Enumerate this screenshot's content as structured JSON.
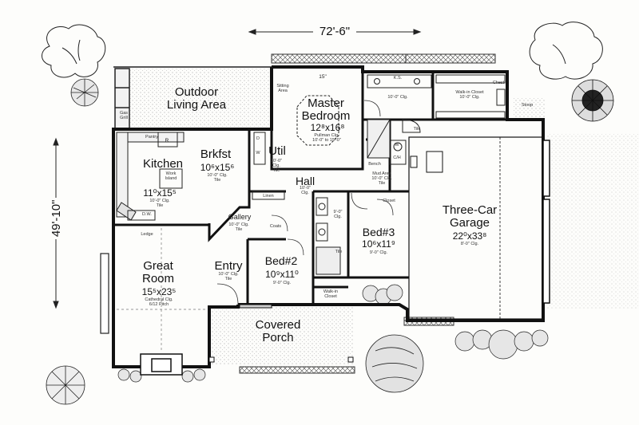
{
  "overall": {
    "width": "72'-6\"",
    "depth": "49'-10\""
  },
  "rooms": {
    "outdoor_living": {
      "name_line1": "Outdoor",
      "name_line2": "Living Area"
    },
    "master": {
      "name_line1": "Master",
      "name_line2": "Bedroom",
      "size": "12⁸x16⁸",
      "notes_line1": "Pullman Clg.",
      "notes_line2": "10'-0\" to 15'-0\""
    },
    "kitchen": {
      "name": "Kitchen",
      "size": "11⁰x15⁵",
      "note_line1": "10'-0\" Clg.",
      "note_line2": "Tile"
    },
    "brkfst": {
      "name": "Brkfst",
      "size": "10⁶x15⁶",
      "note_line1": "10'-0\" Clg.",
      "note_line2": "Tile"
    },
    "util": {
      "name": "Util",
      "note_line1": "10'-0\"",
      "note_line2": "Clg.",
      "note_line3": "Tile"
    },
    "hall": {
      "name": "Hall",
      "note_line1": "10'-0\"",
      "note_line2": "Clg."
    },
    "gallery": {
      "name": "Gallery",
      "note_line1": "10'-0\" Clg.",
      "note_line2": "Tile"
    },
    "garage": {
      "name_line1": "Three-Car",
      "name_line2": "Garage",
      "size": "22⁰x33⁸",
      "note": "8'-0\" Clg."
    },
    "bed3": {
      "name": "Bed#3",
      "size": "10⁶x11⁹",
      "note": "9'-0\" Clg."
    },
    "bed2": {
      "name": "Bed#2",
      "size": "10⁹x11⁰",
      "note": "9'-0\" Clg."
    },
    "entry": {
      "name": "Entry",
      "note_line1": "10'-0\" Clg.",
      "note_line2": "Tile"
    },
    "great": {
      "name_line1": "Great",
      "name_line2": "Room",
      "size": "15⁵x23⁵",
      "note_line1": "Cathedral Clg.",
      "note_line2": "6/12 Pitch"
    },
    "porch": {
      "name_line1": "Covered",
      "name_line2": "Porch"
    }
  },
  "small_labels": {
    "sitting_area_1": "Sitting",
    "sitting_area_2": "Area",
    "fifteen": "15\"",
    "ks": "K.S.",
    "bath_clg": "10'-0\" Clg.",
    "walkin_1": "Walk-in Closet",
    "walkin_2": "10'-0\" Clg.",
    "chest": "Chest",
    "stoop": "Stoop",
    "tile_master": "Tile",
    "gas_1": "Gas",
    "gas_2": "Grill",
    "pantry": "Pantry",
    "ref": "R",
    "work_1": "Work",
    "work_2": "Island",
    "dw": "D.W.",
    "ledge": "Ledge",
    "linen": "Linen",
    "d": "D",
    "w": "W",
    "bench": "Bench",
    "w2": "W",
    "ch": "C/H",
    "mud_1": "Mud Area",
    "mud_2": "10'-0\" Clg.",
    "mud_3": "Tile",
    "coats": "Coats",
    "closet": "Closet",
    "bath2_1": "9'-0\"",
    "bath2_2": "Clg.",
    "tile_bath2": "Tile",
    "walkin2_1": "Walk-in",
    "walkin2_2": "Closet"
  }
}
